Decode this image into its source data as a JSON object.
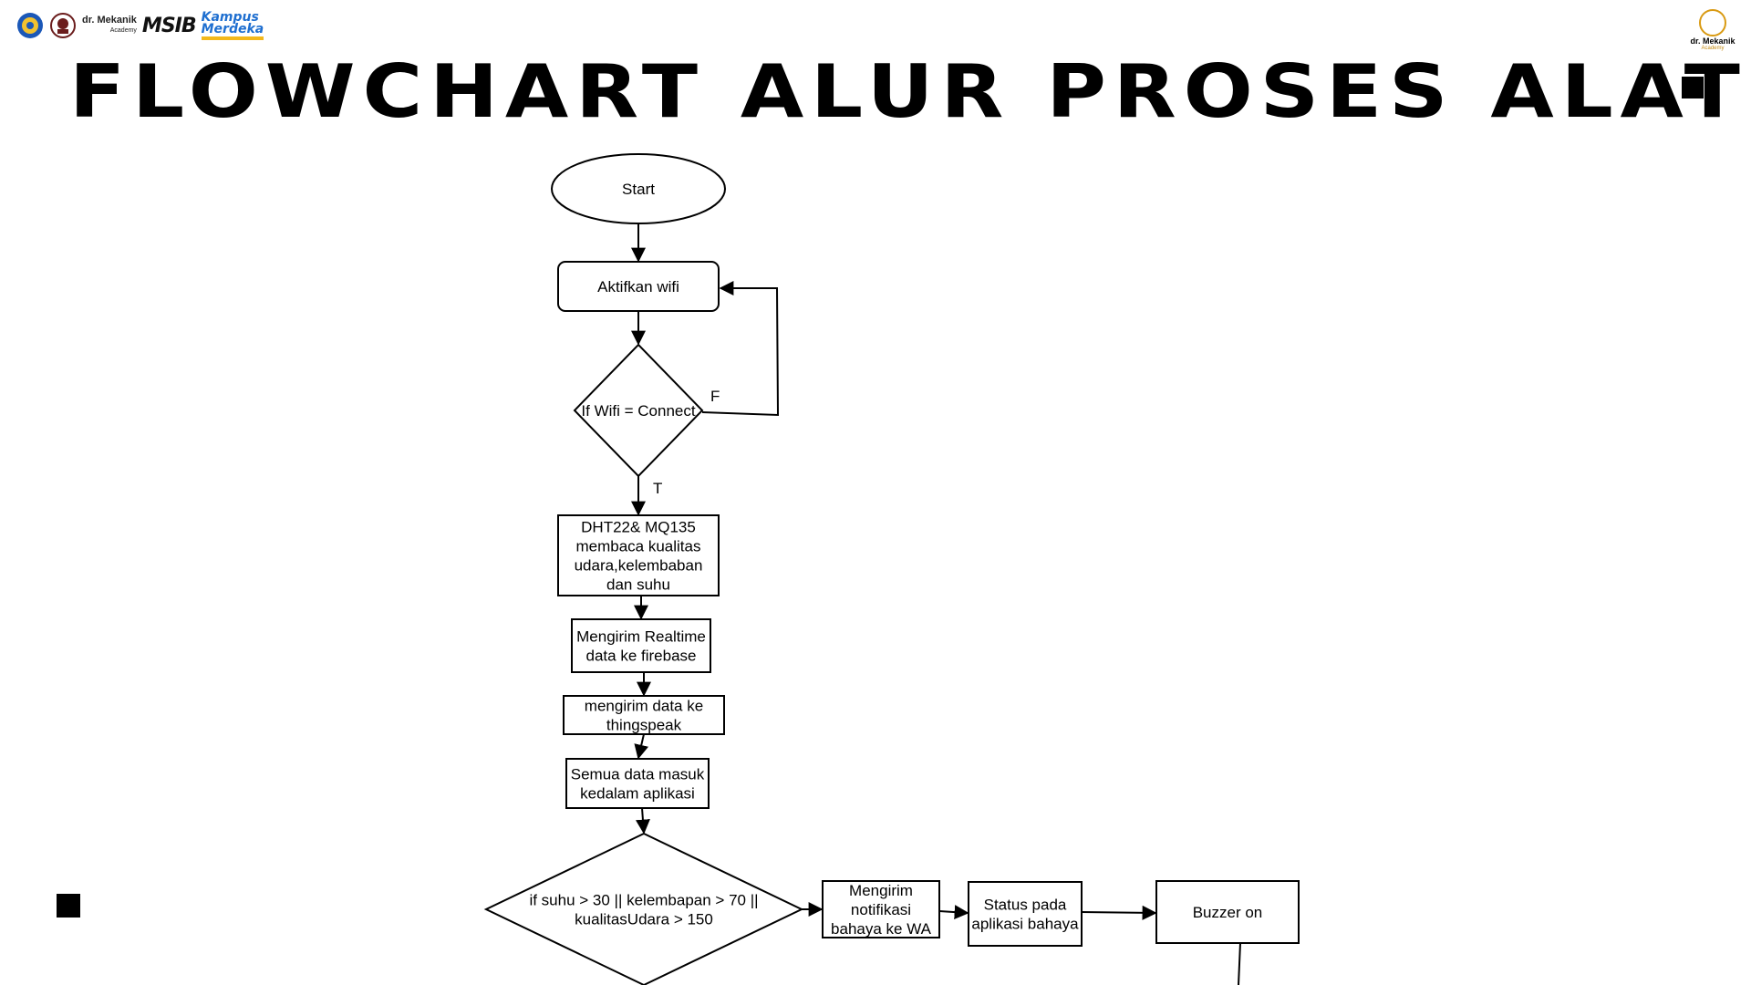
{
  "header": {
    "logo_dr_mekanik": "dr. Mekanik",
    "logo_academy": "Academy",
    "logo_msib": "MSIB",
    "logo_kampus": "Kampus",
    "logo_merdeka": "Merdeka",
    "right_logo_name": "dr. Mekanik",
    "right_logo_sub": "Academy"
  },
  "title": "FLOWCHART ALUR PROSES ALAT",
  "flowchart": {
    "nodes": [
      {
        "id": "start",
        "shape": "ellipse",
        "lines": [
          "Start"
        ]
      },
      {
        "id": "wifi",
        "shape": "rounded",
        "lines": [
          "Aktifkan wifi"
        ]
      },
      {
        "id": "check_wifi",
        "shape": "diamond",
        "lines": [
          "If Wifi = Connect"
        ]
      },
      {
        "id": "read_sensor",
        "shape": "rect",
        "lines": [
          "DHT22& MQ135",
          "membaca kualitas",
          "udara,kelembaban",
          "dan suhu"
        ]
      },
      {
        "id": "firebase",
        "shape": "rect",
        "lines": [
          "Mengirim Realtime",
          "data ke firebase"
        ]
      },
      {
        "id": "thingspeak",
        "shape": "rect",
        "lines": [
          "mengirim data ke",
          "thingspeak"
        ]
      },
      {
        "id": "app",
        "shape": "rect",
        "lines": [
          "Semua data masuk",
          "kedalam aplikasi"
        ]
      },
      {
        "id": "check_values",
        "shape": "diamond",
        "lines": [
          "if suhu > 30 || kelembapan > 70 ||",
          "kualitasUdara > 150"
        ]
      },
      {
        "id": "notify_wa",
        "shape": "rect",
        "lines": [
          "Mengirim",
          "notifikasi",
          "bahaya ke WA"
        ]
      },
      {
        "id": "status_app",
        "shape": "rect",
        "lines": [
          "Status pada",
          "aplikasi bahaya"
        ]
      },
      {
        "id": "buzzer",
        "shape": "rect",
        "lines": [
          "Buzzer on"
        ]
      }
    ],
    "edge_labels": {
      "false_label": "F",
      "true_label": "T"
    }
  }
}
